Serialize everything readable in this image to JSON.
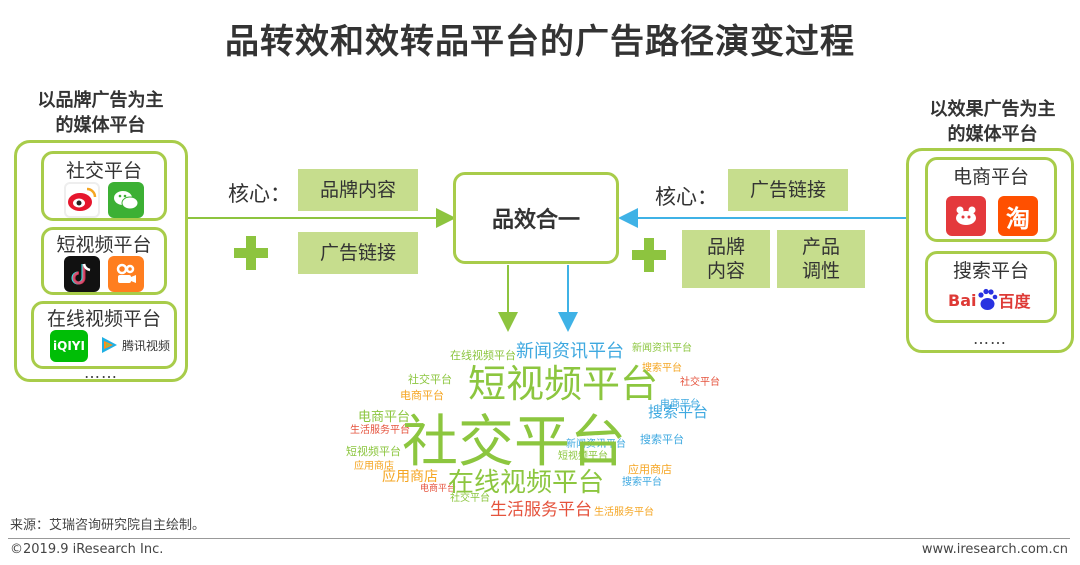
{
  "title": "品转效和效转品平台的广告路径演变过程",
  "left": {
    "heading_line1": "以品牌广告为主",
    "heading_line2": "的媒体平台",
    "groups": [
      {
        "label": "社交平台",
        "logos": [
          "weibo-logo",
          "wechat-logo"
        ]
      },
      {
        "label": "短视频平台",
        "logos": [
          "douyin-logo",
          "kuaishou-logo"
        ]
      },
      {
        "label": "在线视频平台",
        "logos": [
          "iqiyi-logo",
          "tencent-video-logo"
        ]
      }
    ],
    "tencent_text": "腾讯视频",
    "more": "……"
  },
  "right": {
    "heading_line1": "以效果广告为主",
    "heading_line2": "的媒体平台",
    "groups": [
      {
        "label": "电商平台",
        "logos": [
          "jd-logo",
          "taobao-logo"
        ]
      },
      {
        "label": "搜索平台",
        "logos": [
          "baidu-logo"
        ]
      }
    ],
    "taobao_char": "淘",
    "baidu_text1": "Bai",
    "baidu_text2": "百度",
    "more": "……"
  },
  "flow": {
    "left_core_label": "核心：",
    "left_core_value": "品牌内容",
    "left_plus_value": "广告链接",
    "center": "品效合一",
    "right_core_label": "核心：",
    "right_core_value": "广告链接",
    "right_plus_value1_line1": "品牌",
    "right_plus_value1_line2": "内容",
    "right_plus_value2_line1": "产品",
    "right_plus_value2_line2": "调性"
  },
  "wordcloud": {
    "big": "社交平台",
    "large": [
      "短视频平台",
      "在线视频平台"
    ],
    "medium": [
      "新闻资讯平台",
      "生活服务平台",
      "搜索平台",
      "电商平台",
      "应用商店"
    ],
    "small": [
      "在线视频平台",
      "社交平台",
      "电商平台",
      "生活服务平台",
      "短视频平台",
      "应用商店",
      "新闻资讯平台",
      "搜索平台",
      "社交平台",
      "电商平台",
      "搜索平台",
      "应用商店",
      "搜索平台",
      "社交平台",
      "电商平台",
      "新闻资讯平台",
      "短视频平台",
      "生活服务平台"
    ]
  },
  "colors": {
    "accent": "#a8cc4a",
    "box": "#c6dd8d",
    "arrow_green": "#8dc43f",
    "arrow_blue": "#3fb2e6",
    "cloud_green": "#8cc63f",
    "cloud_blue": "#3fa9e0",
    "cloud_orange": "#f5a623",
    "cloud_red": "#e5533d"
  },
  "source": "来源：艾瑞咨询研究院自主绘制。",
  "footer_left": "©2019.9 iResearch Inc.",
  "footer_right": "www.iresearch.com.cn"
}
